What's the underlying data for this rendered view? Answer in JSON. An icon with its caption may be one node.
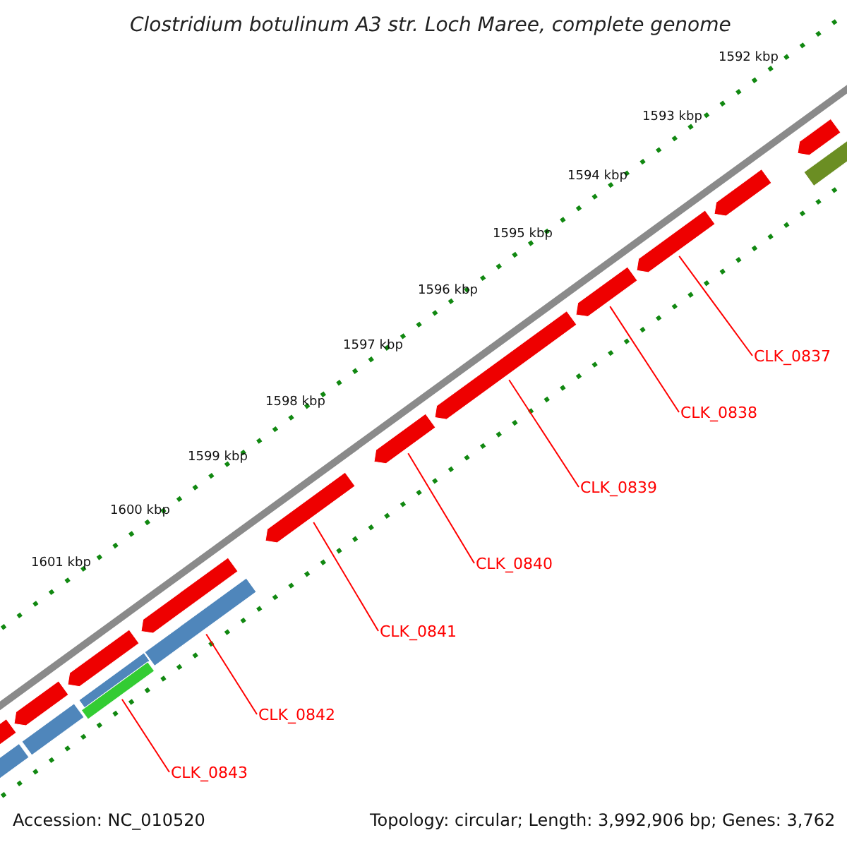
{
  "diagram": {
    "title": "Clostridium botulinum A3 str. Loch Maree, complete genome",
    "nodes": [
      {
        "text": [
          "CLK_0837"
        ]
      },
      {
        "text": [
          "CLK_0838"
        ]
      },
      {
        "text": [
          "CLK_0839"
        ]
      },
      {
        "text": [
          "CLK_0840"
        ]
      },
      {
        "text": [
          "CLK_0841"
        ]
      },
      {
        "text": [
          "CLK_0842"
        ]
      },
      {
        "text": [
          "CLK_0843"
        ]
      },
      {
        "text": [],
        "shape": "pentagon"
      },
      {
        "text": [],
        "shape": "bar"
      },
      {
        "text": [],
        "shape": "pentagon"
      },
      {
        "text": [],
        "shape": "bar"
      },
      {
        "text": [],
        "shape": "pentagon"
      },
      {
        "text": [],
        "shape": "bar"
      },
      {
        "text": [],
        "shape": "bar"
      },
      {
        "text": [],
        "shape": "pentagon"
      },
      {
        "text": [],
        "shape": "bar"
      },
      {
        "text": [],
        "shape": "pentagon"
      },
      {
        "text": [],
        "shape": "pentagon"
      },
      {
        "text": [],
        "shape": "pentagon"
      },
      {
        "text": [],
        "shape": "pentagon"
      },
      {
        "text": [],
        "shape": "pentagon"
      },
      {
        "text": [],
        "shape": "pentagon"
      },
      {
        "text": [],
        "shape": "pentagon"
      },
      {
        "text": [],
        "shape": "bar"
      }
    ],
    "edges": [
      {
        "from": 0,
        "to": 20,
        "arrow": "none"
      },
      {
        "from": 1,
        "to": 19,
        "arrow": "none"
      },
      {
        "from": 2,
        "to": 18,
        "arrow": "none"
      },
      {
        "from": 3,
        "to": 17,
        "arrow": "none"
      },
      {
        "from": 4,
        "to": 16,
        "arrow": "none"
      },
      {
        "from": 5,
        "to": 15,
        "arrow": "none"
      },
      {
        "from": 6,
        "to": 13,
        "arrow": "none"
      }
    ],
    "labels": [
      "1592 kbp",
      "1593 kbp",
      "1594 kbp",
      "1595 kbp",
      "1596 kbp",
      "1597 kbp",
      "1598 kbp",
      "1599 kbp",
      "1600 kbp",
      "1601 kbp",
      "Accession: NC_010520",
      "Topology: circular; Length: 3,992,906 bp; Genes: 3,762"
    ]
  }
}
